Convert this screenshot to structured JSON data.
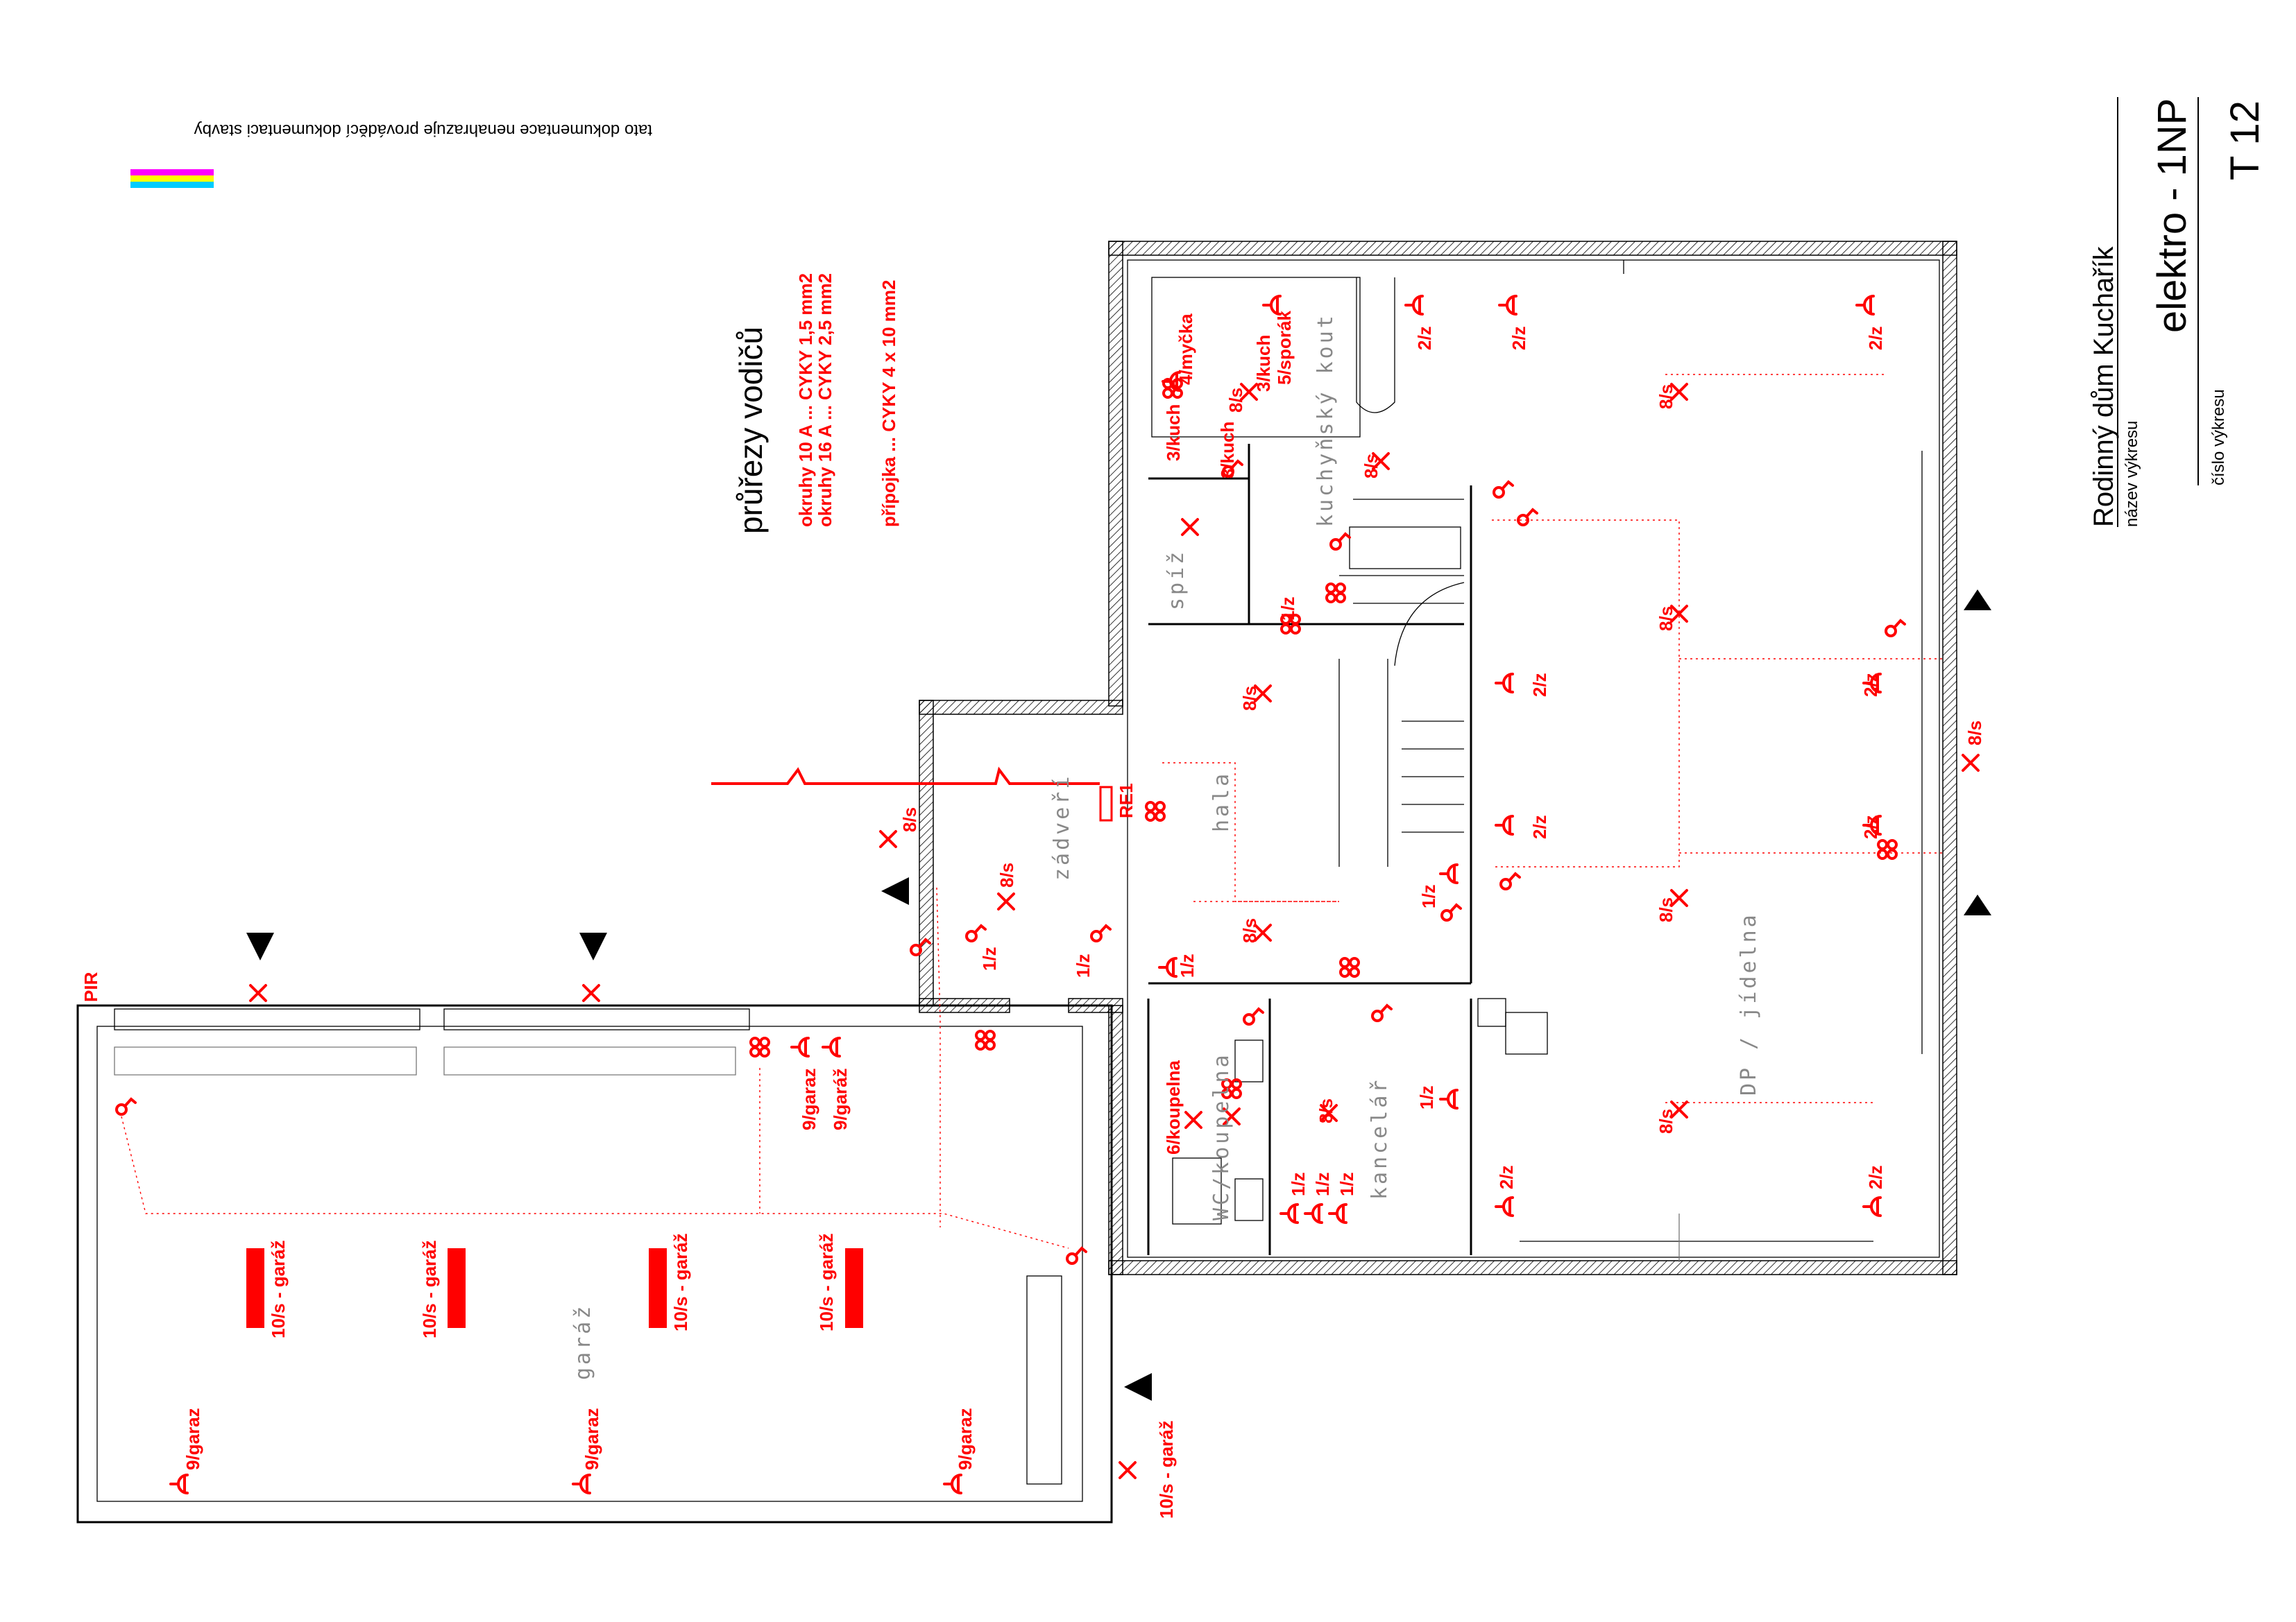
{
  "disclaimer": "tato dokumentace nenahrazuje prováděcí dokumentaci stavby",
  "color_bar": [
    "#ff00ff",
    "#ffff00",
    "#00ccff"
  ],
  "legend": {
    "title": "průřezy vodičů",
    "line1": "okruhy 10 A ... CYKY 1,5 mm2",
    "line2": "okruhy 16 A ... CYKY 2,5 mm2",
    "line3": "přípojka ... CYKY 4 x 10 mm2"
  },
  "title_block": {
    "project": "Rodinný dům Kuchařík",
    "drawing_name_label": "název výkresu",
    "drawing_name": "elektro - 1NP",
    "drawing_number_label": "číslo výkresu",
    "drawing_number": "T 12"
  },
  "rooms": {
    "spiz": "spíž",
    "kuchynsky_kout": "kuchyňský kout",
    "hala": "hala",
    "zadveri": "zádveří",
    "dp_jidelna": "DP / jídelna",
    "koupelna": "WC/koupelna",
    "kancelar": "kancelář",
    "garaz": "garáž"
  },
  "circuits": {
    "c_2z": "2/z",
    "c_1z": "1/z",
    "c_8s": "8/s",
    "c_3kuch": "3/kuch",
    "c_4mycka": "4/myčka",
    "c_5sporak": "5/sporák",
    "c_6koupelna": "6/koupelna",
    "c_9garaz": "9/garaz",
    "c_9garaz2": "9/garáž",
    "c_10garaz": "10/s - garáž",
    "pir": "PIR",
    "re1": "RE1"
  },
  "colors": {
    "electrical": "#ff0000",
    "walls": "#000000",
    "room_text": "#888888"
  }
}
